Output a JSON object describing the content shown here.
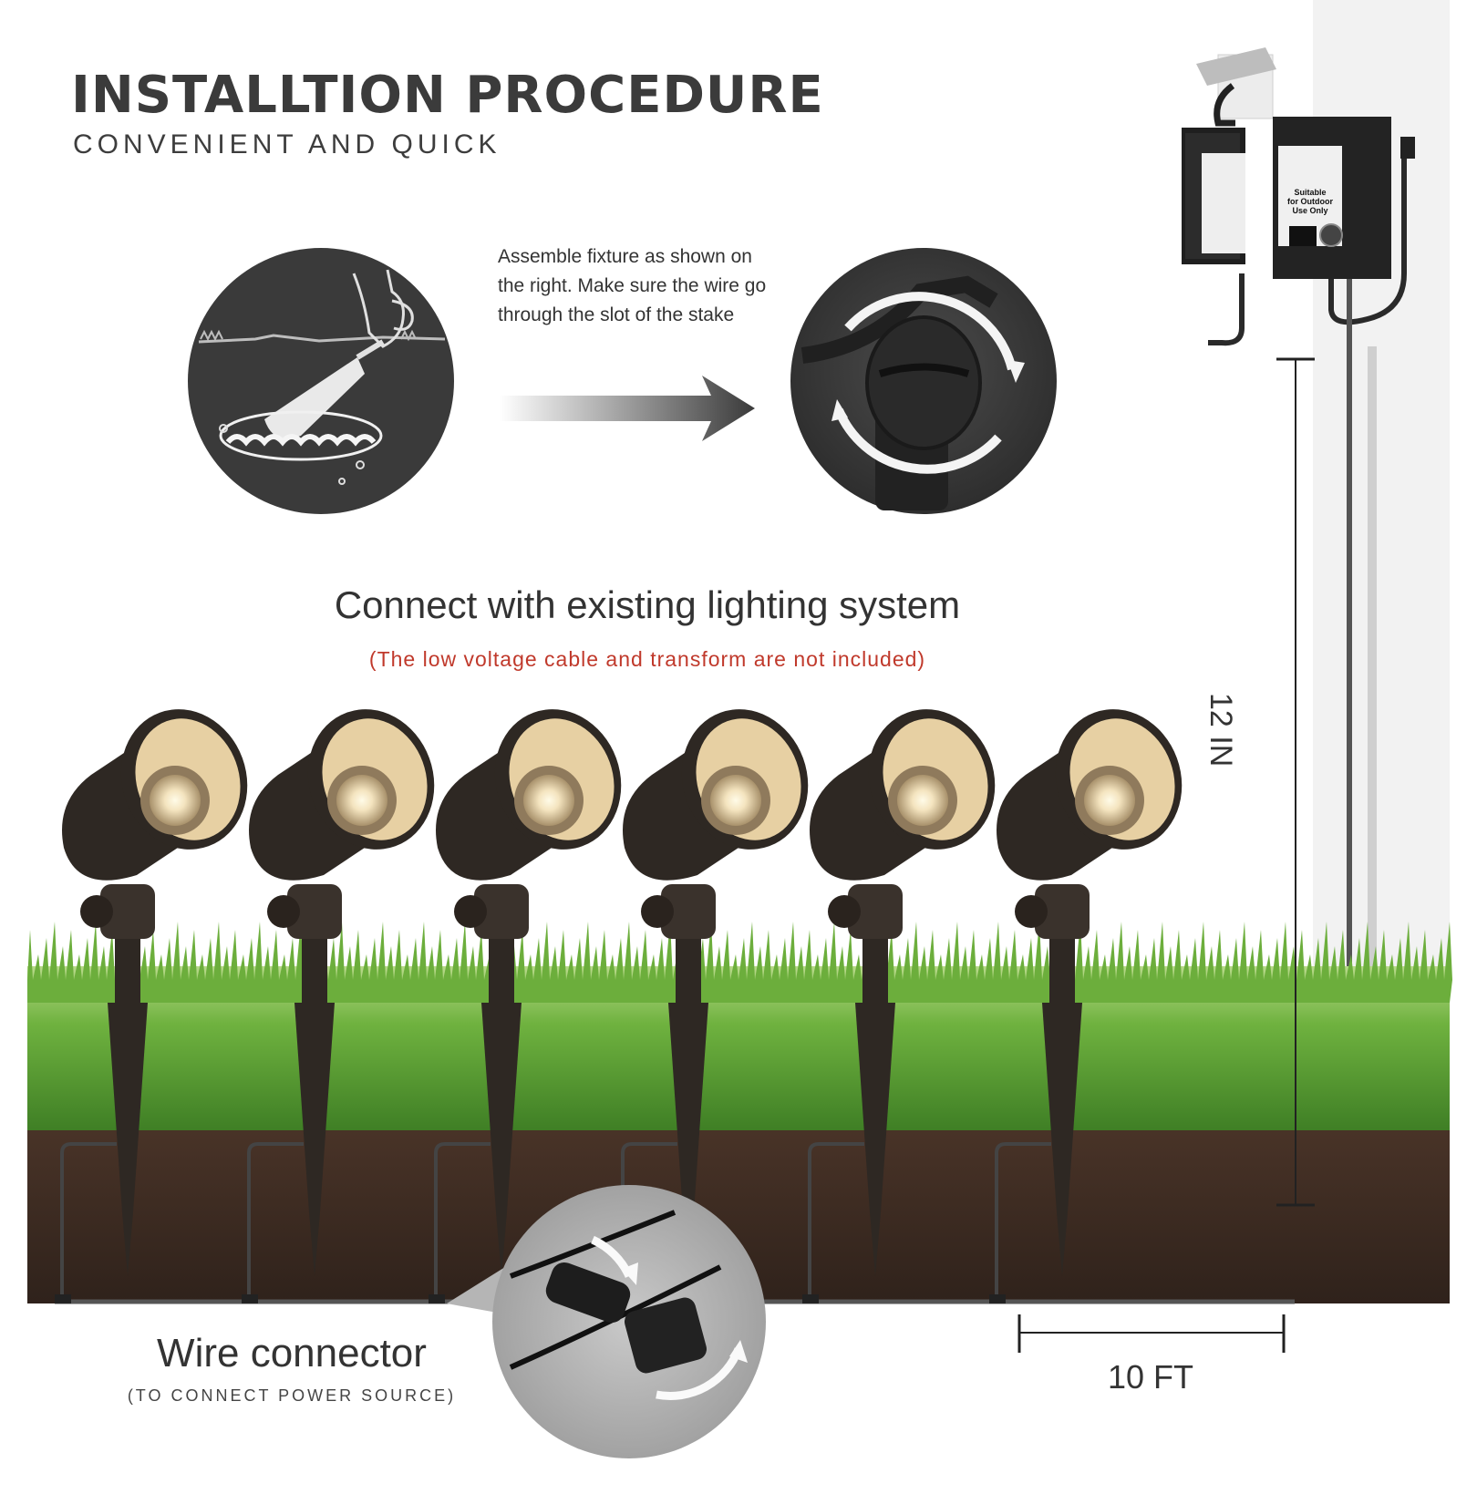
{
  "header": {
    "title": "INSTALLTION PROCEDURE",
    "subtitle": "CONVENIENT AND QUICK"
  },
  "step_assemble": {
    "instruction": "Assemble fixture as shown on the right. Make sure the wire go through the slot of the stake"
  },
  "connect": {
    "heading": "Connect with existing lighting system",
    "note": "(The low voltage cable and transform are not included)"
  },
  "connector": {
    "label": "Wire connector",
    "sublabel": "(TO CONNECT POWER SOURCE)"
  },
  "dimensions": {
    "vertical": "12 IN",
    "horizontal": "10 FT"
  },
  "transformer_label": {
    "line1": "Suitable",
    "line2": "for Outdoor",
    "line3": "Use Only"
  },
  "fixtures": {
    "count": 6
  },
  "colors": {
    "fixture_body": "#2e2823",
    "fixture_inner": "#e7d0a3",
    "grass": "#5fa33a",
    "soil": "#3e2c22",
    "note_red": "#c0392b"
  },
  "icons": [
    "trowel-digging-icon",
    "rotate-arrows-icon",
    "right-arrow-icon",
    "wire-connector-icon"
  ]
}
